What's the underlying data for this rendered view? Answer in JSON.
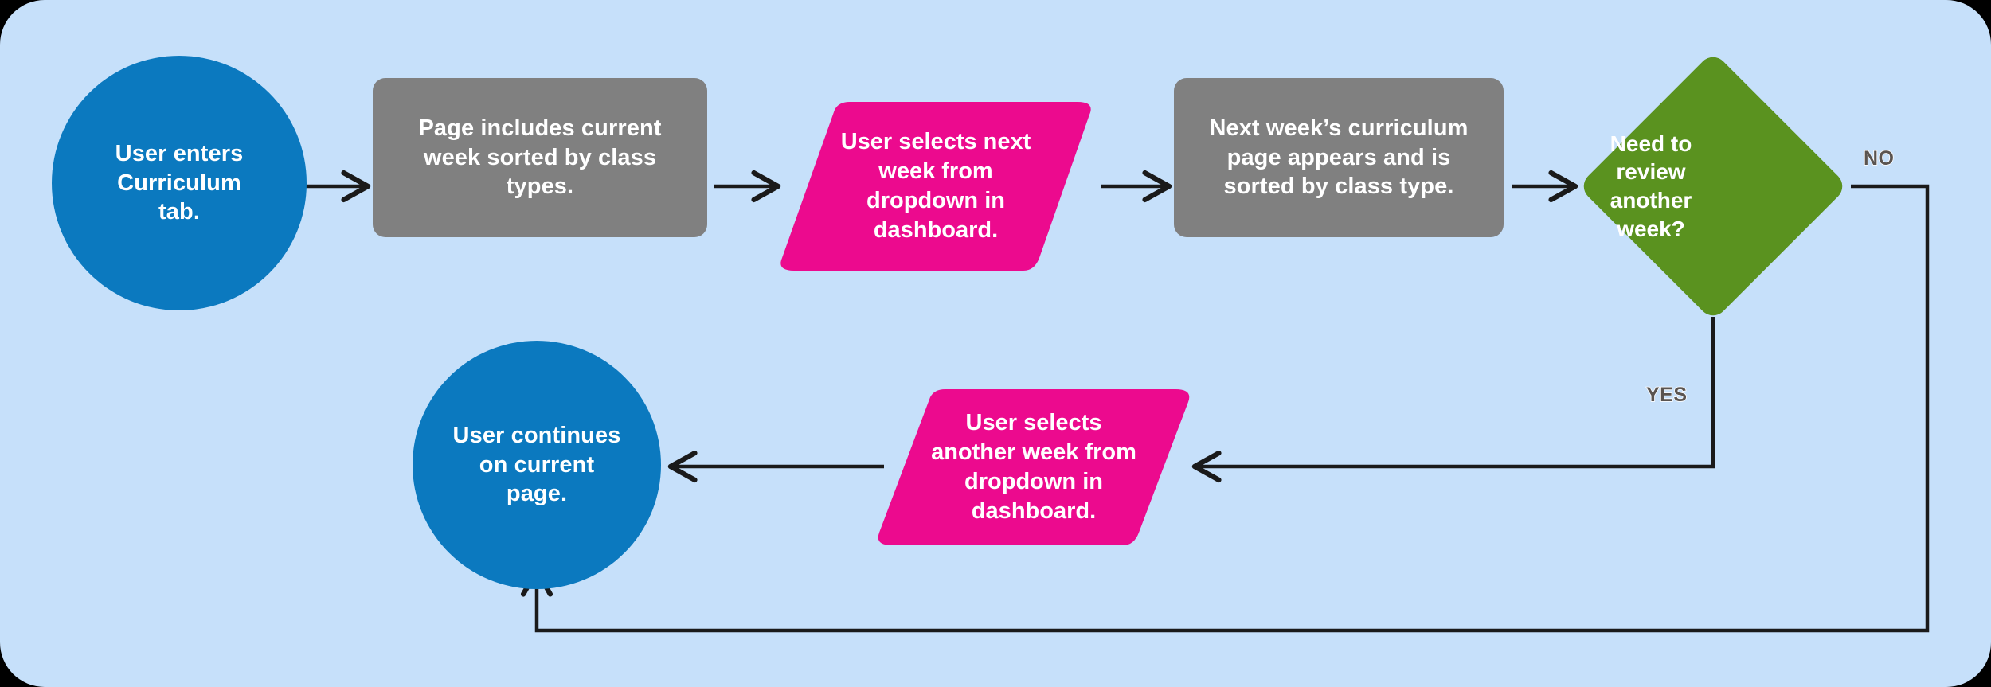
{
  "diagram": {
    "title": "Curriculum week review flowchart",
    "background_color": "#c6e0fa",
    "page_color": "#000000",
    "colors": {
      "terminator_blue": "#0b79bf",
      "process_gray": "#808080",
      "input_pink": "#ec0a8e",
      "decision_green": "#5a921f",
      "connector_black": "#1a1a1a",
      "label_text_gray": "#5a5450",
      "node_text_white": "#ffffff"
    },
    "nodes": [
      {
        "id": "start",
        "shape": "circle",
        "type": "terminator",
        "text": "User enters\nCurriculum\ntab."
      },
      {
        "id": "current-week-page",
        "shape": "rounded-rectangle",
        "type": "process",
        "text": "Page includes current\nweek sorted by class\ntypes."
      },
      {
        "id": "select-next-week",
        "shape": "parallelogram",
        "type": "input",
        "text": "User selects next\nweek from\ndropdown in\ndashboard."
      },
      {
        "id": "next-week-page",
        "shape": "rounded-rectangle",
        "type": "process",
        "text": "Next week’s curriculum\npage appears and is\nsorted by class type."
      },
      {
        "id": "review-another-week",
        "shape": "diamond",
        "type": "decision",
        "text": "Need to\nreview\nanother\nweek?"
      },
      {
        "id": "select-another-week",
        "shape": "parallelogram",
        "type": "input",
        "text": "User selects\nanother week from\ndropdown in\ndashboard."
      },
      {
        "id": "continue-current-page",
        "shape": "circle",
        "type": "terminator",
        "text": "User continues\non current\npage."
      }
    ],
    "edge_labels": {
      "no": "NO",
      "yes": "YES"
    },
    "edges": [
      {
        "from": "start",
        "to": "current-week-page",
        "label": ""
      },
      {
        "from": "current-week-page",
        "to": "select-next-week",
        "label": ""
      },
      {
        "from": "select-next-week",
        "to": "next-week-page",
        "label": ""
      },
      {
        "from": "next-week-page",
        "to": "review-another-week",
        "label": ""
      },
      {
        "from": "review-another-week",
        "to": "select-another-week",
        "label": "YES"
      },
      {
        "from": "select-another-week",
        "to": "continue-current-page",
        "label": ""
      },
      {
        "from": "review-another-week",
        "to": "continue-current-page",
        "label": "NO"
      }
    ]
  }
}
